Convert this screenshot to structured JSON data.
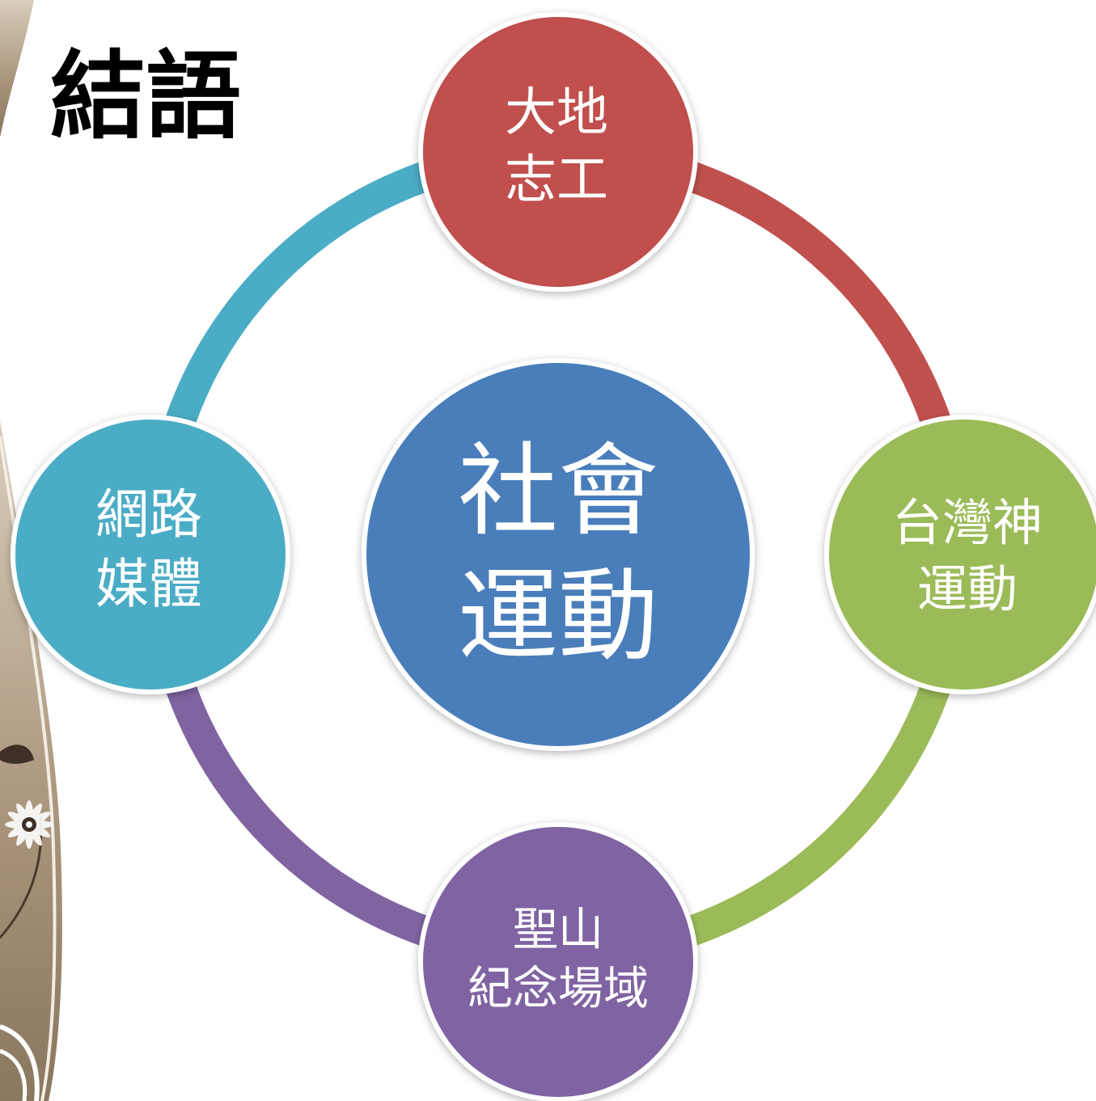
{
  "slide": {
    "title": "結語"
  },
  "diagram": {
    "center": {
      "line1": "社會",
      "line2": "運動",
      "color": "#4a7ebb"
    },
    "nodes": {
      "top": {
        "line1": "大地",
        "line2": "志工",
        "color": "#c0504d"
      },
      "right": {
        "line1": "台灣神",
        "line2": "運動",
        "color": "#9bbb59"
      },
      "bottom": {
        "line1": "聖山",
        "line2": "紀念場域",
        "color": "#8064a2"
      },
      "left": {
        "line1": "網路",
        "line2": "媒體",
        "color": "#4bacc6"
      }
    },
    "ring_colors": {
      "top_to_right": "#c0504d",
      "right_to_bottom": "#9bbb59",
      "bottom_to_left": "#8064a2",
      "left_to_top": "#4bacc6"
    }
  }
}
